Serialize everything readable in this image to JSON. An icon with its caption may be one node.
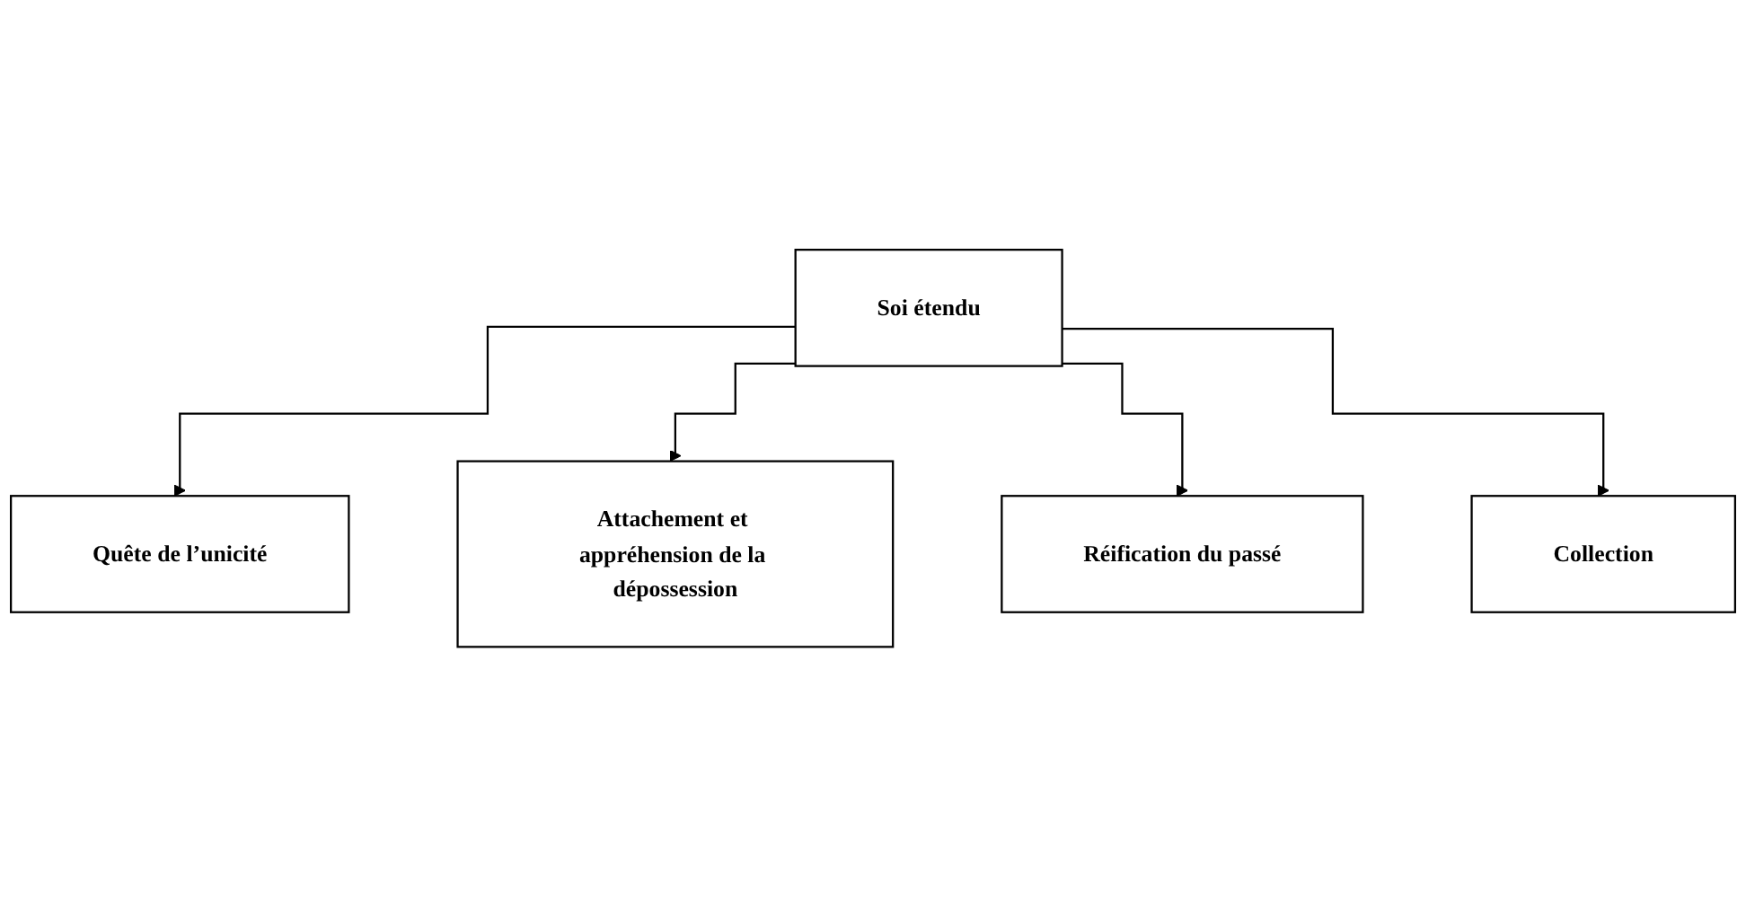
{
  "diagram": {
    "nodes": [
      {
        "text": [
          "Quête de l’unicité"
        ]
      },
      {
        "text": [
          "Attachement et appréhension de la dépossession"
        ]
      },
      {
        "text": [
          "Soi étendu"
        ]
      },
      {
        "text": [
          "Réification du passé"
        ]
      },
      {
        "text": [
          "Collection"
        ]
      }
    ],
    "edges": [
      {
        "from": 2,
        "to": 0,
        "arrow": "to"
      },
      {
        "from": 2,
        "to": 1,
        "arrow": "to"
      },
      {
        "from": 2,
        "to": 3,
        "arrow": "to"
      },
      {
        "from": 2,
        "to": 4,
        "arrow": "to"
      }
    ]
  }
}
